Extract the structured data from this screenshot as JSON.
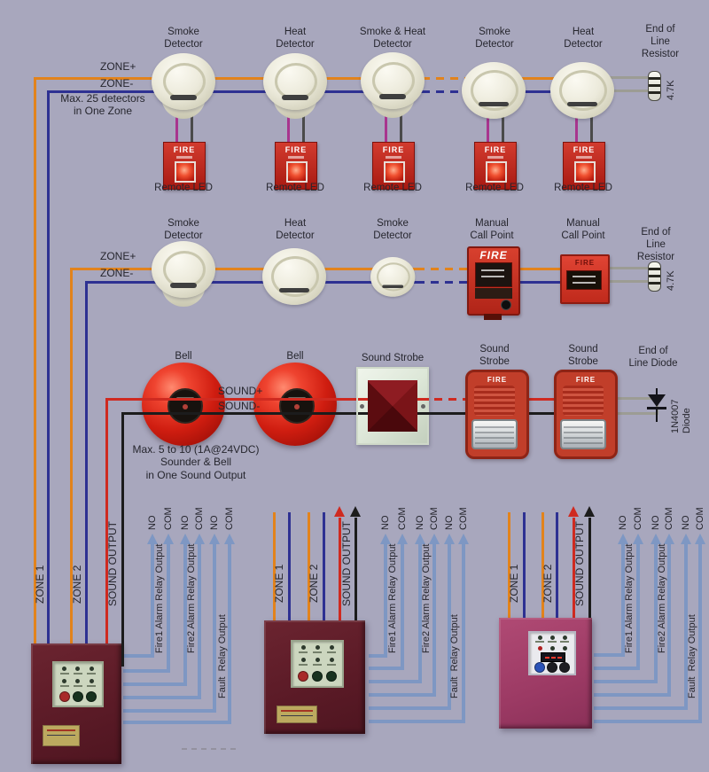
{
  "colors": {
    "background": "#a8a7bd",
    "wire_orange": "#e2831c",
    "wire_blue": "#2e3192",
    "wire_red": "#cf2a20",
    "wire_black": "#1c1c1c",
    "wire_lightblue": "#7e97c3",
    "wire_magenta": "#a8358e",
    "wire_gray": "#9c9c94",
    "device_red": "#c22a22",
    "panel_maroon": "#5e1d28",
    "panel_magenta": "#a0406a"
  },
  "row1": {
    "zone_plus": "ZONE+",
    "zone_minus": "ZONE-",
    "note": "Max. 25 detectors\nin One Zone",
    "devices": [
      "Smoke\nDetector",
      "Heat\nDetector",
      "Smoke & Heat\nDetector",
      "Smoke\nDetector",
      "Heat\nDetector"
    ],
    "eol_label": "End of\nLine Resistor",
    "eol_value": "4.7K",
    "remote_led": "Remote LED",
    "fire_text": "FIRE"
  },
  "row2": {
    "zone_plus": "ZONE+",
    "zone_minus": "ZONE-",
    "devices": [
      "Smoke\nDetector",
      "Heat\nDetector",
      "Smoke\nDetector",
      "Manual\nCall Point",
      "Manual\nCall Point"
    ],
    "eol_label": "End of\nLine Resistor",
    "eol_value": "4.7K",
    "mcp_fire_text": "FIRE"
  },
  "row3": {
    "sound_plus": "SOUND+",
    "sound_minus": "SOUND-",
    "devices": [
      "Bell",
      "Bell",
      "Sound Strobe",
      "Sound\nStrobe",
      "Sound\nStrobe"
    ],
    "eol_label": "End of\nLine Diode",
    "eol_value": "1N4007\nDiode",
    "note": "Max. 5  to 10 (1A@24VDC)\nSounder & Bell\nin One Sound Output",
    "strobe_fire_text": "FIRE"
  },
  "panels": {
    "zone1": "ZONE 1",
    "zone2": "ZONE 2",
    "sound_output": "SOUND OUTPUT",
    "terminals": [
      "NO",
      "COM",
      "NO",
      "COM",
      "NO",
      "COM"
    ],
    "relay_outputs": [
      "Fire1 Alarm Relay Output",
      "Fire2 Alarm Relay Output",
      "Fault  Relay Output"
    ]
  }
}
